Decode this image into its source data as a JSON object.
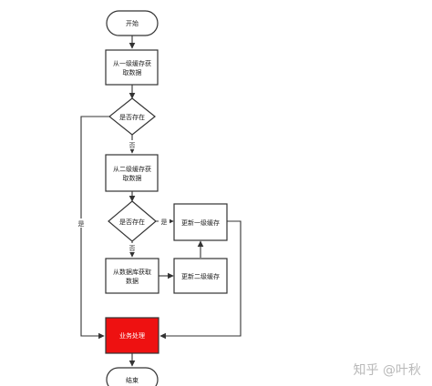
{
  "nodes": {
    "start": "开始",
    "read_l1_line1": "从一级缓存获",
    "read_l1_line2": "取数据",
    "exists1": "是否存在",
    "read_l2_line1": "从二级缓存获",
    "read_l2_line2": "取数据",
    "exists2": "是否存在",
    "update_l1": "更新一级缓存",
    "read_db_line1": "从数据库获取",
    "read_db_line2": "数据",
    "update_l2": "更新二级缓存",
    "business": "业务处理",
    "end": "结束"
  },
  "edge_labels": {
    "no1": "否",
    "yes1": "是",
    "yes2": "是",
    "no2": "否"
  },
  "watermark": "知乎 @叶秋",
  "colors": {
    "highlight": "#ee1111",
    "line": "#333333"
  }
}
